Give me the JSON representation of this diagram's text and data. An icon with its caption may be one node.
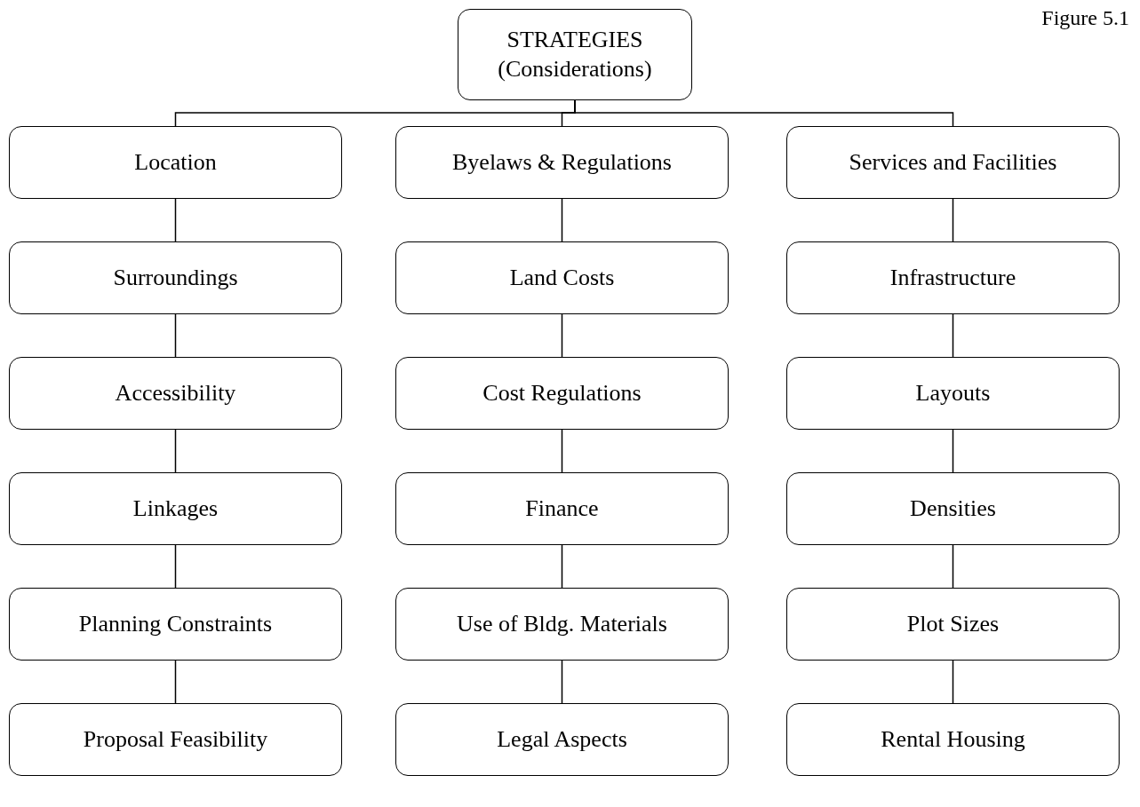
{
  "diagram": {
    "nodes": [
      {
        "text": [
          "STRATEGIES (Considerations)"
        ]
      },
      {
        "text": [
          "Location"
        ]
      },
      {
        "text": [
          "Byelaws & Regulations"
        ]
      },
      {
        "text": [
          "Services and Facilities"
        ]
      },
      {
        "text": [
          "Surroundings"
        ]
      },
      {
        "text": [
          "Land Costs"
        ]
      },
      {
        "text": [
          "Infrastructure"
        ]
      },
      {
        "text": [
          "Accessibility"
        ]
      },
      {
        "text": [
          "Cost Regulations"
        ]
      },
      {
        "text": [
          "Layouts"
        ]
      },
      {
        "text": [
          "Linkages"
        ]
      },
      {
        "text": [
          "Finance"
        ]
      },
      {
        "text": [
          "Densities"
        ]
      },
      {
        "text": [
          "Planning Constraints"
        ]
      },
      {
        "text": [
          "Use of Bldg. Materials"
        ]
      },
      {
        "text": [
          "Plot Sizes"
        ]
      },
      {
        "text": [
          "Proposal Feasibility"
        ]
      },
      {
        "text": [
          "Legal Aspects"
        ]
      },
      {
        "text": [
          "Rental Housing"
        ]
      }
    ],
    "edges": [
      {
        "from": 0,
        "to": 1,
        "arrow": "none"
      },
      {
        "from": 0,
        "to": 2,
        "arrow": "none"
      },
      {
        "from": 0,
        "to": 3,
        "arrow": "none"
      },
      {
        "from": 1,
        "to": 4,
        "arrow": "none"
      },
      {
        "from": 4,
        "to": 7,
        "arrow": "none"
      },
      {
        "from": 7,
        "to": 10,
        "arrow": "none"
      },
      {
        "from": 10,
        "to": 13,
        "arrow": "none"
      },
      {
        "from": 13,
        "to": 16,
        "arrow": "none"
      },
      {
        "from": 2,
        "to": 5,
        "arrow": "none"
      },
      {
        "from": 5,
        "to": 8,
        "arrow": "none"
      },
      {
        "from": 8,
        "to": 11,
        "arrow": "none"
      },
      {
        "from": 11,
        "to": 14,
        "arrow": "none"
      },
      {
        "from": 14,
        "to": 17,
        "arrow": "none"
      },
      {
        "from": 3,
        "to": 6,
        "arrow": "none"
      },
      {
        "from": 6,
        "to": 9,
        "arrow": "none"
      },
      {
        "from": 9,
        "to": 12,
        "arrow": "none"
      },
      {
        "from": 12,
        "to": 15,
        "arrow": "none"
      },
      {
        "from": 15,
        "to": 18,
        "arrow": "none"
      }
    ],
    "labels": [
      "Figure 5.1"
    ]
  }
}
